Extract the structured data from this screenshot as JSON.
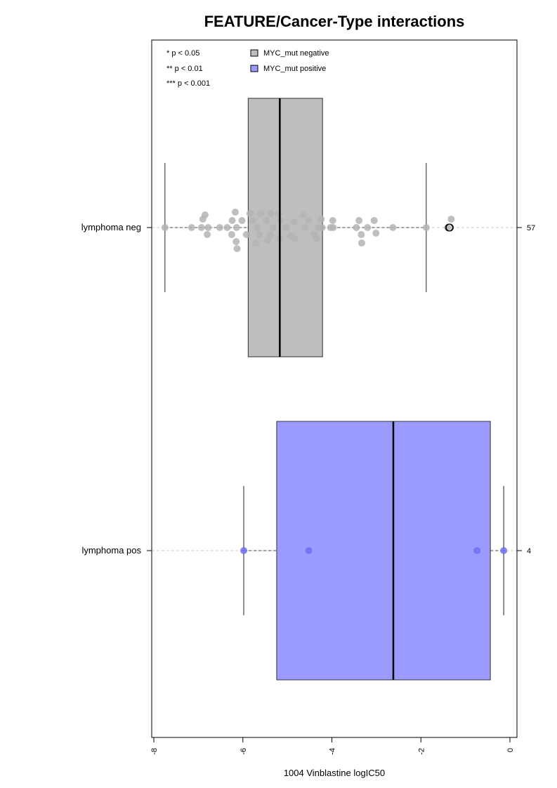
{
  "chart_data": {
    "type": "boxplot",
    "orientation": "horizontal",
    "title": "FEATURE/Cancer-Type interactions",
    "xlabel": "1004 Vinblastine logIC50",
    "xlim": [
      -8,
      0
    ],
    "xticks": [
      "-8",
      "-6",
      "-4",
      "-2",
      "0"
    ],
    "significance_legend": [
      "* p < 0.05",
      "** p < 0.01",
      "*** p < 0.001"
    ],
    "legend": [
      {
        "label": "MYC_mut negative",
        "color": "#bebebe"
      },
      {
        "label": "MYC_mut positive",
        "color": "#9b9bff"
      }
    ],
    "groups": [
      {
        "label": "lymphoma neg",
        "n": "57",
        "fill": "#bebebe",
        "point_color": "#b4b4b4",
        "whisker_low": -7.75,
        "q1": -5.88,
        "median": -5.17,
        "q3": -4.21,
        "whisker_high": -1.88,
        "outliers": [
          -1.37,
          -1.35
        ],
        "points": [
          [
            -7.75,
            0
          ],
          [
            -7.15,
            0
          ],
          [
            -6.93,
            0
          ],
          [
            -6.78,
            0
          ],
          [
            -6.52,
            0
          ],
          [
            -6.35,
            0
          ],
          [
            -6.14,
            0
          ],
          [
            -5.68,
            0
          ],
          [
            -5.32,
            0
          ],
          [
            -5.03,
            0
          ],
          [
            -4.6,
            0
          ],
          [
            -4.3,
            0
          ],
          [
            -4.22,
            0
          ],
          [
            -4.03,
            0
          ],
          [
            -3.97,
            0
          ],
          [
            -3.45,
            0
          ],
          [
            -3.2,
            0
          ],
          [
            -2.63,
            0
          ],
          [
            -1.88,
            0
          ],
          [
            -1.4,
            0
          ],
          [
            -6.9,
            12
          ],
          [
            -6.24,
            10
          ],
          [
            -6.02,
            10
          ],
          [
            -5.78,
            10
          ],
          [
            -5.47,
            10
          ],
          [
            -5.16,
            10
          ],
          [
            -4.85,
            8
          ],
          [
            -4.52,
            10
          ],
          [
            -4.24,
            12
          ],
          [
            -3.98,
            10
          ],
          [
            -3.39,
            10
          ],
          [
            -3.05,
            10
          ],
          [
            -1.32,
            12
          ],
          [
            -6.85,
            18
          ],
          [
            -6.17,
            22
          ],
          [
            -5.84,
            20
          ],
          [
            -5.6,
            20
          ],
          [
            -5.37,
            20
          ],
          [
            -5.2,
            20
          ],
          [
            -4.64,
            18
          ],
          [
            -6.8,
            -10
          ],
          [
            -6.25,
            -10
          ],
          [
            -5.92,
            -10
          ],
          [
            -5.63,
            -10
          ],
          [
            -5.38,
            -10
          ],
          [
            -5.17,
            -16
          ],
          [
            -4.93,
            -12
          ],
          [
            -4.4,
            -10
          ],
          [
            -3.34,
            -10
          ],
          [
            -3.01,
            -8
          ],
          [
            -6.15,
            -20
          ],
          [
            -5.71,
            -22
          ],
          [
            -5.44,
            -18
          ],
          [
            -4.83,
            -16
          ],
          [
            -4.34,
            -16
          ],
          [
            -6.13,
            -30
          ],
          [
            -3.33,
            -22
          ]
        ]
      },
      {
        "label": "lymphoma pos",
        "n": "4",
        "fill": "#9b9bff",
        "point_color": "#7070f0",
        "whisker_low": -5.98,
        "q1": -5.24,
        "median": -2.62,
        "q3": -0.44,
        "whisker_high": -0.14,
        "outliers": [],
        "points": [
          [
            -5.98,
            0
          ],
          [
            -4.52,
            0
          ],
          [
            -0.74,
            0
          ],
          [
            -0.14,
            0
          ]
        ]
      }
    ]
  }
}
